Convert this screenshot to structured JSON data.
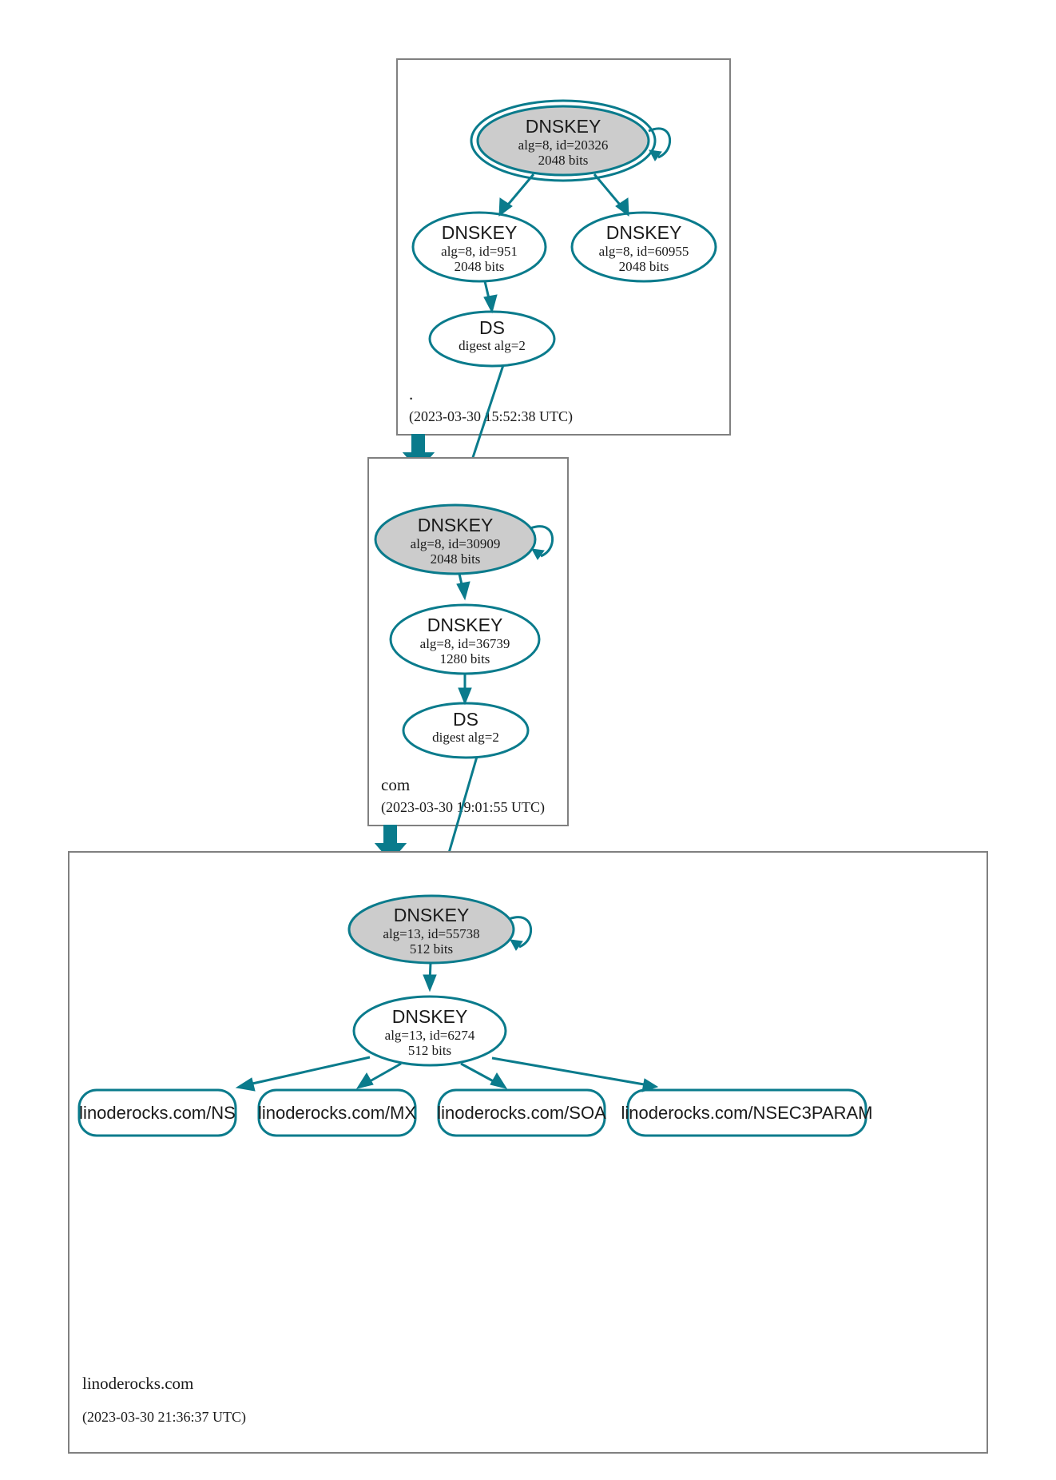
{
  "diagram": {
    "type": "dnssec-chain-of-trust",
    "title": "DNSSEC authentication chain for linoderocks.com",
    "colors": {
      "accent": "#0a7b8c",
      "secure_key_fill": "#cccccc",
      "zone_border": "#808080",
      "text": "#1a1a1a",
      "background": "#ffffff"
    }
  },
  "zones": [
    {
      "id": "root",
      "name": ".",
      "timestamp": "(2023-03-30 15:52:38 UTC)",
      "nodes": [
        {
          "id": "root-ksk",
          "kind": "DNSKEY",
          "title": "DNSKEY",
          "line1": "alg=8, id=20326",
          "line2": "2048 bits",
          "alg": 8,
          "key_id": 20326,
          "bits": 2048,
          "role": "trust-anchor-ksk",
          "shaded": true,
          "double_ring": true,
          "self_signed": true
        },
        {
          "id": "root-zsk-951",
          "kind": "DNSKEY",
          "title": "DNSKEY",
          "line1": "alg=8, id=951",
          "line2": "2048 bits",
          "alg": 8,
          "key_id": 951,
          "bits": 2048,
          "role": "zsk",
          "shaded": false,
          "double_ring": false,
          "self_signed": false
        },
        {
          "id": "root-zsk-60955",
          "kind": "DNSKEY",
          "title": "DNSKEY",
          "line1": "alg=8, id=60955",
          "line2": "2048 bits",
          "alg": 8,
          "key_id": 60955,
          "bits": 2048,
          "role": "zsk",
          "shaded": false,
          "double_ring": false,
          "self_signed": false
        },
        {
          "id": "root-ds-com",
          "kind": "DS",
          "title": "DS",
          "line1": "digest alg=2",
          "line2": "",
          "digest_alg": 2
        }
      ]
    },
    {
      "id": "com",
      "name": "com",
      "timestamp": "(2023-03-30 19:01:55 UTC)",
      "nodes": [
        {
          "id": "com-ksk",
          "kind": "DNSKEY",
          "title": "DNSKEY",
          "line1": "alg=8, id=30909",
          "line2": "2048 bits",
          "alg": 8,
          "key_id": 30909,
          "bits": 2048,
          "role": "ksk",
          "shaded": true,
          "double_ring": false,
          "self_signed": true
        },
        {
          "id": "com-zsk",
          "kind": "DNSKEY",
          "title": "DNSKEY",
          "line1": "alg=8, id=36739",
          "line2": "1280 bits",
          "alg": 8,
          "key_id": 36739,
          "bits": 1280,
          "role": "zsk",
          "shaded": false,
          "double_ring": false,
          "self_signed": false
        },
        {
          "id": "com-ds-linoderocks",
          "kind": "DS",
          "title": "DS",
          "line1": "digest alg=2",
          "line2": "",
          "digest_alg": 2
        }
      ]
    },
    {
      "id": "linoderocks",
      "name": "linoderocks.com",
      "timestamp": "(2023-03-30 21:36:37 UTC)",
      "nodes": [
        {
          "id": "lr-ksk",
          "kind": "DNSKEY",
          "title": "DNSKEY",
          "line1": "alg=13, id=55738",
          "line2": "512 bits",
          "alg": 13,
          "key_id": 55738,
          "bits": 512,
          "role": "ksk",
          "shaded": true,
          "double_ring": false,
          "self_signed": true
        },
        {
          "id": "lr-zsk",
          "kind": "DNSKEY",
          "title": "DNSKEY",
          "line1": "alg=13, id=6274",
          "line2": "512 bits",
          "alg": 13,
          "key_id": 6274,
          "bits": 512,
          "role": "zsk",
          "shaded": false,
          "double_ring": false,
          "self_signed": false
        }
      ],
      "rrsets": [
        {
          "id": "rrset-ns",
          "label": "linoderocks.com/NS"
        },
        {
          "id": "rrset-mx",
          "label": "linoderocks.com/MX"
        },
        {
          "id": "rrset-soa",
          "label": "linoderocks.com/SOA"
        },
        {
          "id": "rrset-nsec3param",
          "label": "linoderocks.com/NSEC3PARAM"
        }
      ]
    }
  ]
}
